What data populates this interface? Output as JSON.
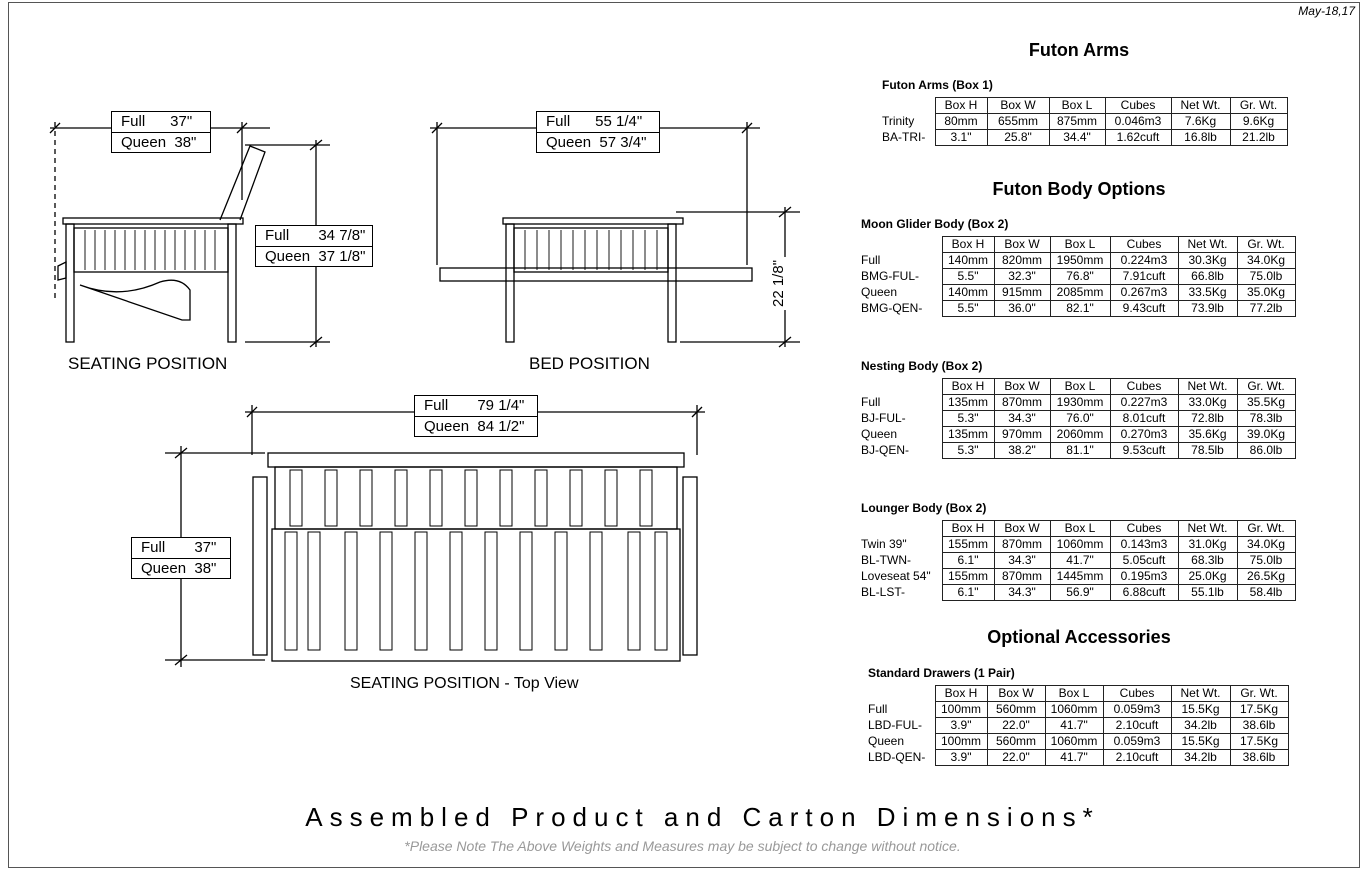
{
  "date": "May-18,17",
  "drawings": {
    "seating": {
      "caption": "SEATING POSITION",
      "width": [
        "Full      37\"",
        "Queen  38\""
      ],
      "height": [
        "Full       34 7/8\"",
        "Queen  37 1/8\""
      ]
    },
    "bed": {
      "caption": "BED POSITION",
      "width": [
        "Full      55 1/4\"",
        "Queen  57 3/4\""
      ],
      "height": "22 1/8\""
    },
    "top": {
      "caption": "SEATING POSITION - Top View",
      "width": [
        "Full       79 1/4\"",
        "Queen  84 1/2\""
      ],
      "depth": [
        "Full       37\"",
        "Queen  38\""
      ]
    }
  },
  "sections": {
    "arms": "Futon Arms",
    "body": "Futon Body Options",
    "accessories": "Optional Accessories"
  },
  "columns": [
    "Box H",
    "Box W",
    "Box L",
    "Cubes",
    "Net Wt.",
    "Gr. Wt."
  ],
  "tables": [
    {
      "title": "Futon Arms (Box 1)",
      "rows": [
        {
          "label": "Trinity",
          "cells": [
            "80mm",
            "655mm",
            "875mm",
            "0.046m3",
            "7.6Kg",
            "9.6Kg"
          ]
        },
        {
          "label": "BA-TRI-",
          "cells": [
            "3.1\"",
            "25.8\"",
            "34.4\"",
            "1.62cuft",
            "16.8lb",
            "21.2lb"
          ]
        }
      ]
    },
    {
      "title": "Moon Glider Body (Box 2)",
      "rows": [
        {
          "label": "Full",
          "cells": [
            "140mm",
            "820mm",
            "1950mm",
            "0.224m3",
            "30.3Kg",
            "34.0Kg"
          ]
        },
        {
          "label": "BMG-FUL-",
          "cells": [
            "5.5\"",
            "32.3\"",
            "76.8\"",
            "7.91cuft",
            "66.8lb",
            "75.0lb"
          ]
        },
        {
          "label": "Queen",
          "cells": [
            "140mm",
            "915mm",
            "2085mm",
            "0.267m3",
            "33.5Kg",
            "35.0Kg"
          ]
        },
        {
          "label": "BMG-QEN-",
          "cells": [
            "5.5\"",
            "36.0\"",
            "82.1\"",
            "9.43cuft",
            "73.9lb",
            "77.2lb"
          ]
        }
      ]
    },
    {
      "title": "Nesting Body (Box 2)",
      "rows": [
        {
          "label": "Full",
          "cells": [
            "135mm",
            "870mm",
            "1930mm",
            "0.227m3",
            "33.0Kg",
            "35.5Kg"
          ]
        },
        {
          "label": "BJ-FUL-",
          "cells": [
            "5.3\"",
            "34.3\"",
            "76.0\"",
            "8.01cuft",
            "72.8lb",
            "78.3lb"
          ]
        },
        {
          "label": "Queen",
          "cells": [
            "135mm",
            "970mm",
            "2060mm",
            "0.270m3",
            "35.6Kg",
            "39.0Kg"
          ]
        },
        {
          "label": "BJ-QEN-",
          "cells": [
            "5.3\"",
            "38.2\"",
            "81.1\"",
            "9.53cuft",
            "78.5lb",
            "86.0lb"
          ]
        }
      ]
    },
    {
      "title": "Lounger Body (Box 2)",
      "rows": [
        {
          "label": "Twin 39\"",
          "cells": [
            "155mm",
            "870mm",
            "1060mm",
            "0.143m3",
            "31.0Kg",
            "34.0Kg"
          ]
        },
        {
          "label": "BL-TWN-",
          "cells": [
            "6.1\"",
            "34.3\"",
            "41.7\"",
            "5.05cuft",
            "68.3lb",
            "75.0lb"
          ]
        },
        {
          "label": "Loveseat 54\"",
          "cells": [
            "155mm",
            "870mm",
            "1445mm",
            "0.195m3",
            "25.0Kg",
            "26.5Kg"
          ]
        },
        {
          "label": "BL-LST-",
          "cells": [
            "6.1\"",
            "34.3\"",
            "56.9\"",
            "6.88cuft",
            "55.1lb",
            "58.4lb"
          ]
        }
      ]
    },
    {
      "title": "Standard Drawers (1 Pair)",
      "rows": [
        {
          "label": "Full",
          "cells": [
            "100mm",
            "560mm",
            "1060mm",
            "0.059m3",
            "15.5Kg",
            "17.5Kg"
          ]
        },
        {
          "label": "LBD-FUL-",
          "cells": [
            "3.9\"",
            "22.0\"",
            "41.7\"",
            "2.10cuft",
            "34.2lb",
            "38.6lb"
          ]
        },
        {
          "label": "Queen",
          "cells": [
            "100mm",
            "560mm",
            "1060mm",
            "0.059m3",
            "15.5Kg",
            "17.5Kg"
          ]
        },
        {
          "label": "LBD-QEN-",
          "cells": [
            "3.9\"",
            "22.0\"",
            "41.7\"",
            "2.10cuft",
            "34.2lb",
            "38.6lb"
          ]
        }
      ]
    }
  ],
  "footer": {
    "title": "Assembled Product and Carton Dimensions*",
    "note": "*Please Note The Above Weights and Measures may be subject to change without notice."
  }
}
